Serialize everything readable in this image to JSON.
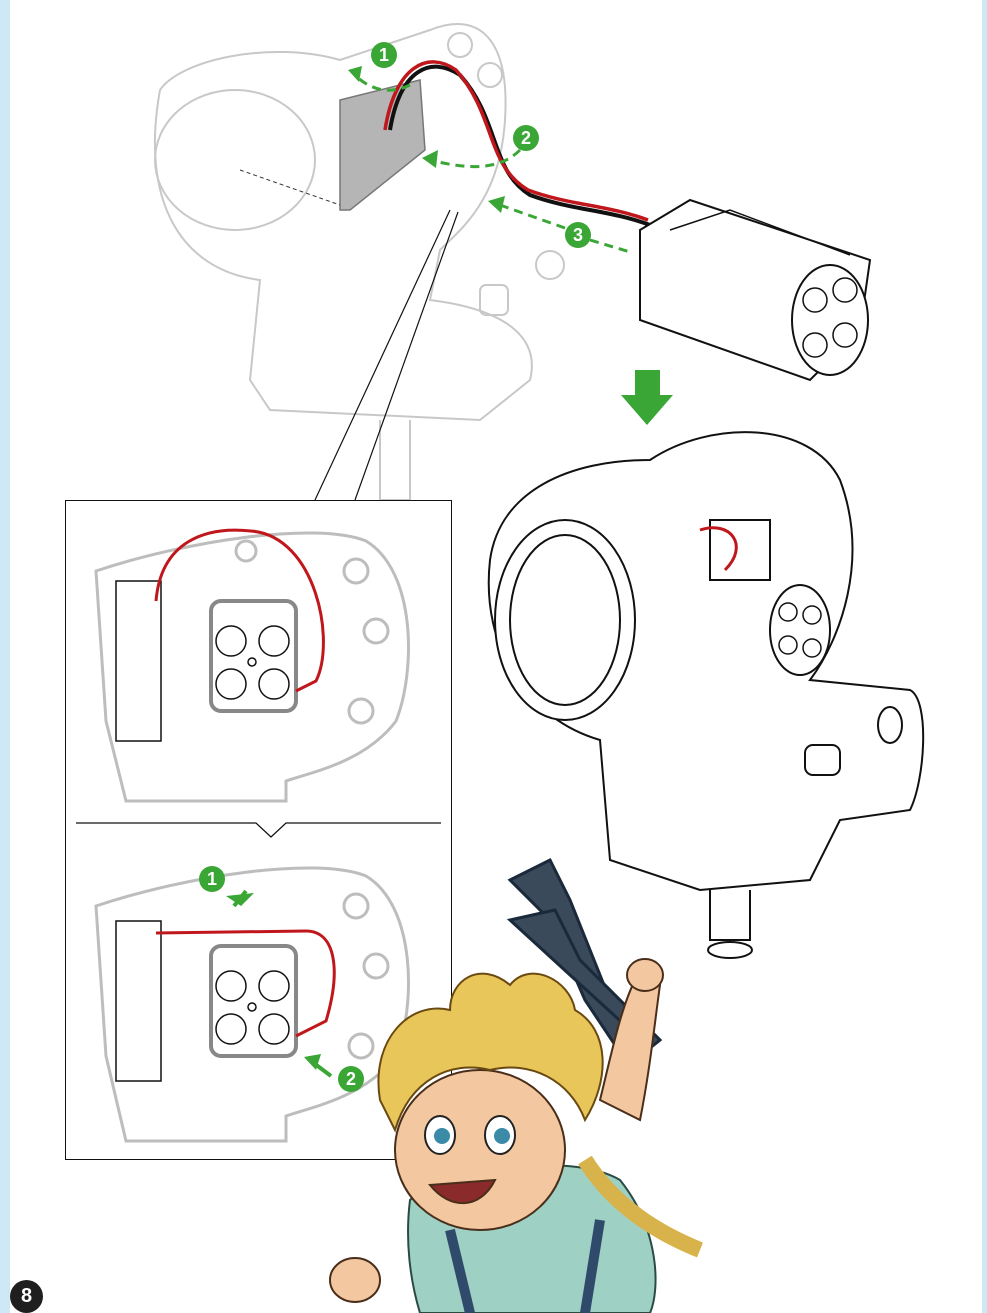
{
  "page": {
    "number": "8",
    "colors": {
      "accent_green": "#3aa635",
      "wire_red": "#c0171c",
      "frame": "#cfe8f5",
      "outline_gray": "#bdbdbd"
    }
  },
  "main_figure": {
    "steps": [
      "1",
      "2",
      "3"
    ],
    "icons": [
      "battery-box-icon",
      "robot-head-icon",
      "down-arrow-icon"
    ]
  },
  "detail_panel": {
    "top_view": {
      "steps": []
    },
    "bottom_view": {
      "steps": [
        "1",
        "2"
      ]
    }
  },
  "illustration": {
    "icons": [
      "child-with-pliers-icon"
    ]
  }
}
